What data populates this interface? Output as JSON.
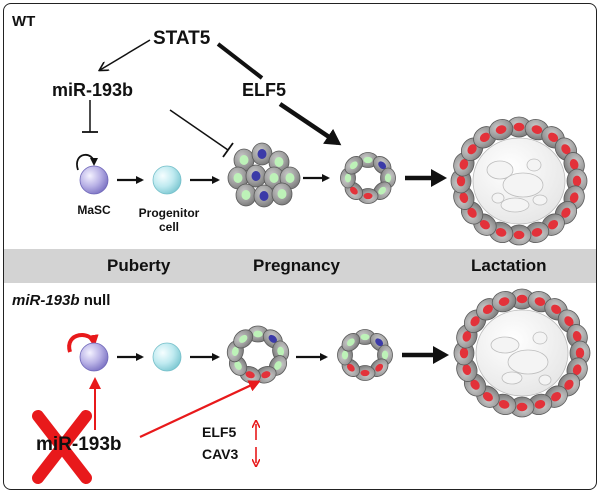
{
  "panels": {
    "wt": {
      "label": "WT",
      "nodes": {
        "stat5": "STAT5",
        "mir193b": "miR-193b",
        "elf5": "ELF5"
      },
      "cells": {
        "masc": "MaSC",
        "progenitor_line1": "Progenitor",
        "progenitor_line2": "cell"
      }
    },
    "null": {
      "label_gene": "miR-193b",
      "label_suffix": "null",
      "deleted_gene": "miR-193b",
      "elf5": "ELF5",
      "cav3": "CAV3"
    }
  },
  "stages": {
    "puberty": "Puberty",
    "pregnancy": "Pregnancy",
    "lactation": "Lactation"
  },
  "colors": {
    "black": "#111111",
    "red_arrow": "#e8191b",
    "band_gray": "#d3d3d3",
    "stem_cell": "#b9b2e6",
    "progenitor_cell": "#bfeaf0",
    "epithelial_cell": "#8a8a8a",
    "nucleus_red": "#e3323a",
    "nucleus_green": "#bdf2b8",
    "nucleus_blue": "#3b3aa8"
  },
  "icons": {
    "self_renewal": "curved-arrow-icon",
    "deletion": "red-x-icon"
  }
}
